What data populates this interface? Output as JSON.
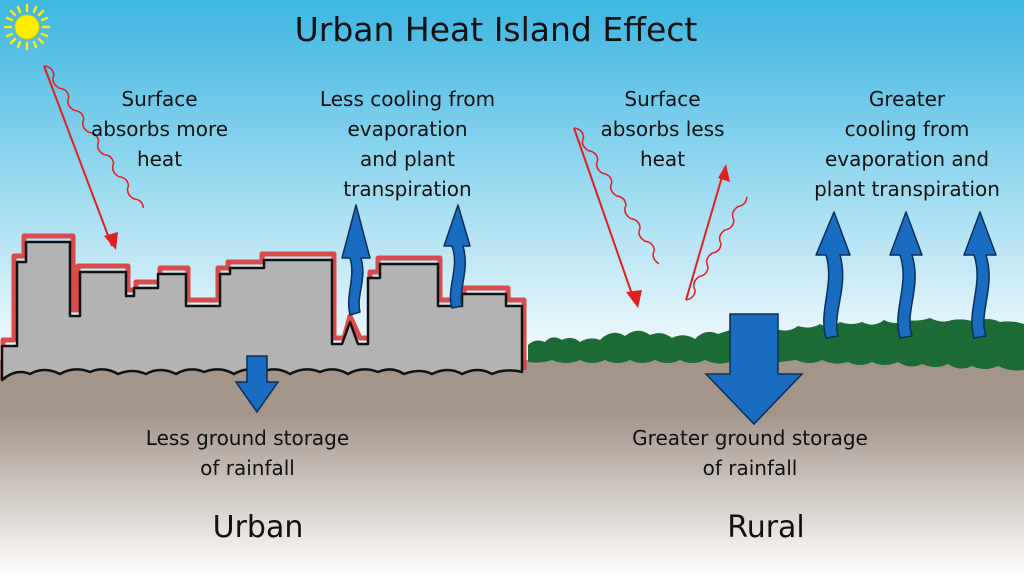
{
  "title": "Urban Heat Island Effect",
  "labels": {
    "urban_absorb": [
      "Surface",
      "absorbs more",
      "heat"
    ],
    "urban_cooling": [
      "Less cooling from",
      "evaporation",
      "and plant",
      "transpiration"
    ],
    "rural_absorb": [
      "Surface",
      "absorbs less",
      "heat"
    ],
    "rural_cooling": [
      "Greater",
      "cooling from",
      "evaporation and",
      "plant transpiration"
    ],
    "urban_storage": [
      "Less ground storage",
      "of rainfall"
    ],
    "rural_storage": [
      "Greater ground storage",
      "of rainfall"
    ],
    "urban": "Urban",
    "rural": "Rural"
  },
  "colors": {
    "sky_top": "#3cb6e1",
    "sky_bottom": "#ffffff",
    "ground_top": "#a3958a",
    "ground_bottom": "#ffffff",
    "building": "#b3b3b3",
    "heat_outline": "#d93a3a",
    "vegetation": "#1d6b34",
    "arrow_blue": "#1a6cc0",
    "sun": "#ffee00"
  }
}
